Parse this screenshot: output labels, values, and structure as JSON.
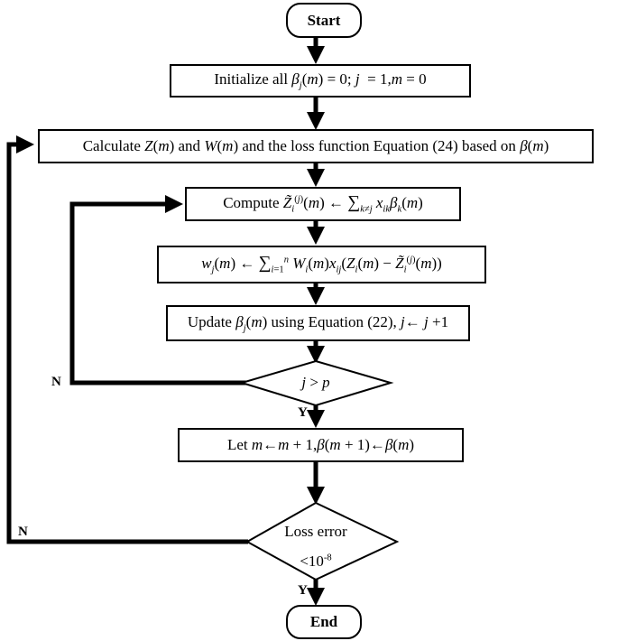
{
  "flowchart": {
    "start": "Start",
    "end": "End",
    "init": "Initialize all β_j(m) = 0; j = 1,m = 0",
    "calculate": "Calculate Z(m) and W(m) and the loss function Equation (24) based on β(m)",
    "compute": "Compute Z̃_i^(j)(m) ← ∑_{k≠j} x_ik β_k(m)",
    "w_update": "w_j(m) ← ∑_{i=1}^{n} W_i(m) x_ij (Z_i(m) − Z̃_i^(j)(m))",
    "update": "Update β_j(m) using Equation (22), j← j +1",
    "decision1": "j > p",
    "let": "Let m←m + 1,β(m + 1)←β(m)",
    "decision2": {
      "line1": "Loss error",
      "line2": "<10-8"
    },
    "yes1": "Y",
    "no1": "N",
    "yes2": "Y",
    "no2": "N"
  }
}
